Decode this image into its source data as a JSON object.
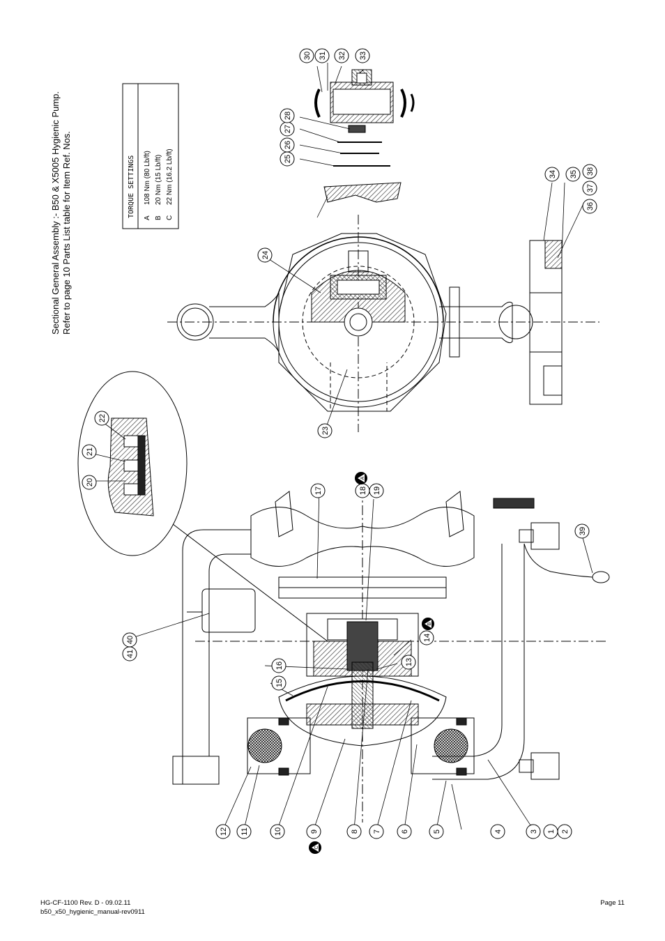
{
  "title": {
    "line1": "Sectional General Assembly :- B50 & X5005 Hygienic Pump.",
    "line2": "Refer to page 10 Parts List table for Item Ref. Nos."
  },
  "torque_settings": {
    "heading": "TORQUE SETTINGS",
    "rows": [
      {
        "key": "A",
        "value": "108 Nm (80 Lb/ft)"
      },
      {
        "key": "B",
        "value": "20 Nm (15 Lb/ft)"
      },
      {
        "key": "C",
        "value": "22 Nm (16.2 Lb/ft)"
      }
    ]
  },
  "callouts": [
    "1",
    "2",
    "3",
    "4",
    "5",
    "6",
    "7",
    "8",
    "9",
    "10",
    "11",
    "12",
    "13",
    "14",
    "15",
    "16",
    "17",
    "18",
    "19",
    "20",
    "21",
    "22",
    "23",
    "24",
    "25",
    "26",
    "27",
    "28",
    "30",
    "31",
    "32",
    "33",
    "34",
    "35",
    "36",
    "37",
    "38",
    "39",
    "40",
    "41"
  ],
  "torque_markers": [
    "A",
    "B",
    "C"
  ],
  "footer": {
    "doc_ref": "HG-CF-1100 Rev. D - 09.02.11",
    "file_name": "b50_x50_hygienic_manual-rev0911",
    "page": "Page 11"
  }
}
